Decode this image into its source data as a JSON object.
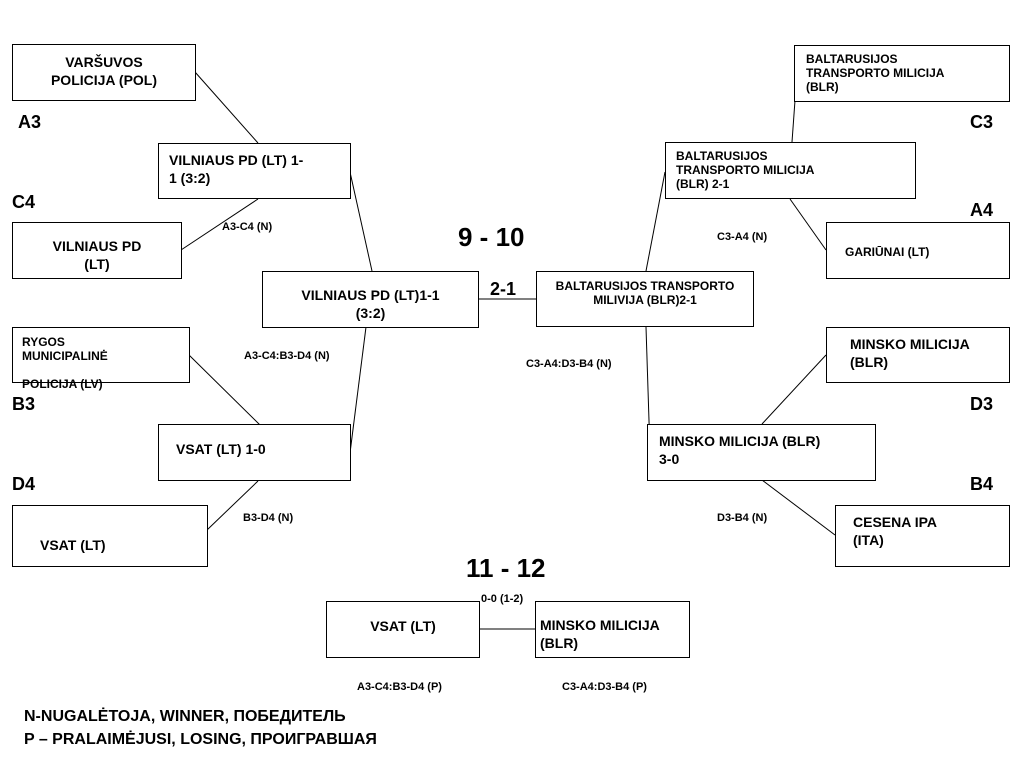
{
  "boxes": {
    "varsuvos": "VARŠUVOS\nPOLICIJA (POL)",
    "vilnius_pd": "VILNIAUS PD\n(LT)",
    "vilnius_r1": "VILNIAUS PD (LT) 1-\n1 (3:2)",
    "rygos": "RYGOS\nMUNICIPALINĖ\n\nPOLICIJA  (LV)",
    "vsat_r1": "VSAT (LT) 1-0",
    "vsat_lt": "VSAT (LT)",
    "vilnius_semi": "VILNIAUS PD (LT)1-1\n(3:2)",
    "blr_transport": "BALTARUSIJOS\nTRANSPORTO MILICIJA\n(BLR)",
    "blr_r1": "BALTARUSIJOS\nTRANSPORTO MILICIJA\n(BLR) 2-1",
    "gariunai": "GARIŪNAI (LT)",
    "blr_semi": "BALTARUSIJOS TRANSPORTO\nMILIVIJA (BLR)2-1",
    "minsko": "MINSKO MILICIJA\n(BLR)",
    "minsko_r1": "MINSKO MILICIJA (BLR)\n3-0",
    "cesena": "CESENA IPA\n(ITA)",
    "vsat_final": "VSAT (LT)",
    "minsko_final": "MINSKO MILICIJA\n(BLR)"
  },
  "seeds": {
    "a3": "A3",
    "c4": "C4",
    "b3": "B3",
    "d4": "D4",
    "c3": "C3",
    "a4": "A4",
    "d3": "D3",
    "b4": "B4"
  },
  "match_labels": {
    "a3_c4": "A3-C4 (N)",
    "a3c4_b3d4": "A3-C4:B3-D4 (N)",
    "b3_d4": "B3-D4 (N)",
    "c3_a4": "C3-A4 (N)",
    "c3a4_d3b4": "C3-A4:D3-B4 (N)",
    "d3_b4": "D3-B4 (N)",
    "final_left": "A3-C4:B3-D4 (P)",
    "final_right": "C3-A4:D3-B4 (P)"
  },
  "headings": {
    "place_9_10": "9 - 10",
    "place_11_12": "11 - 12"
  },
  "scores": {
    "final_9_10": "2-1",
    "final_11_12": "0-0 (1-2)"
  },
  "legend": {
    "winner": "N-NUGALĖTOJA, WINNER, ПОБЕДИТЕЛЬ",
    "losing": "P – PRALAIMĖJUSI, LOSING, ПРОИГРАВШАЯ"
  }
}
